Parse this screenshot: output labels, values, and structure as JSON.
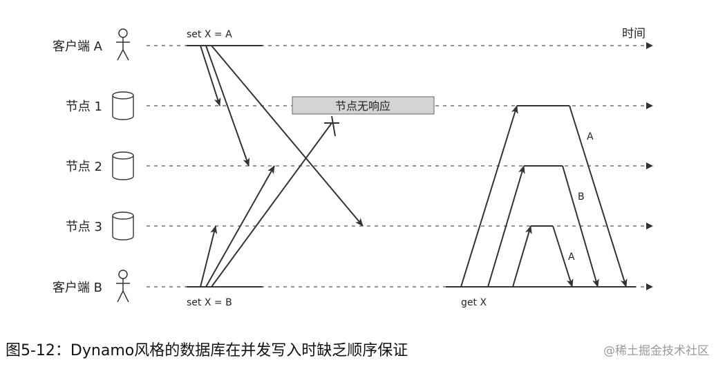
{
  "lanes": {
    "client_a": "客户端 A",
    "node1": "节点 1",
    "node2": "节点 2",
    "node3": "节点 3",
    "client_b": "客户端 B"
  },
  "time_label": "时间",
  "ops": {
    "set_a": "set X = A",
    "set_b": "set X = B",
    "get": "get X"
  },
  "node_down_label": "节点无响应",
  "response_labels": {
    "node1": "A",
    "node2": "B",
    "node3": "A"
  },
  "caption": "图5-12：Dynamo风格的数据库在并发写入时缺乏顺序保证",
  "watermark": "@稀土掘金技术社区",
  "colors": {
    "line": "#333333",
    "dashed": "#555555",
    "box_fill": "#d4d4d4"
  },
  "icons": {
    "client": "stick-figure-icon",
    "node": "database-cylinder-icon",
    "failure": "cross-mark-icon"
  }
}
